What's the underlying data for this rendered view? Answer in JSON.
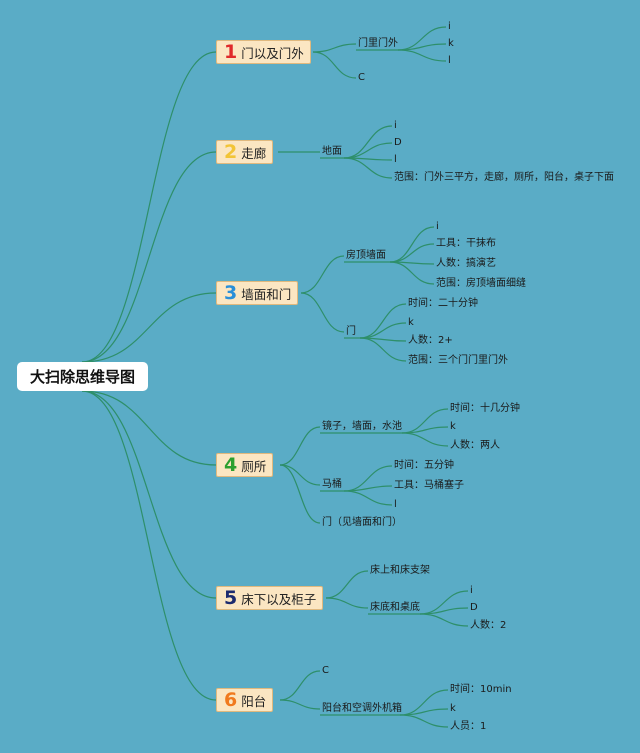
{
  "root": {
    "title": "大扫除思维导图"
  },
  "line_color": "#2e8f6a",
  "branches": [
    {
      "number": "1",
      "number_color": "#e02a2a",
      "label": "门以及门外",
      "children": [
        {
          "label": "门里门外",
          "children": [
            "i",
            "k",
            "l"
          ]
        },
        {
          "label": "C"
        }
      ]
    },
    {
      "number": "2",
      "number_color": "#f2c436",
      "label": "走廊",
      "children": [
        {
          "label": "地面",
          "children": [
            "i",
            "D",
            "l",
            "范围：门外三平方，走廊，厕所，阳台，桌子下面"
          ]
        }
      ]
    },
    {
      "number": "3",
      "number_color": "#2a8fd8",
      "label": "墙面和门",
      "children": [
        {
          "label": "房顶墙面",
          "children": [
            "i",
            "工具：干抹布",
            "人数：搞演艺",
            "范围：房顶墙面细缝"
          ]
        },
        {
          "label": "门",
          "children": [
            "时间：二十分钟",
            "k",
            "人数：2+",
            "范围：三个门门里门外"
          ]
        }
      ]
    },
    {
      "number": "4",
      "number_color": "#2ea02e",
      "label": "厕所",
      "children": [
        {
          "label": "镜子，墙面，水池",
          "children": [
            "时间：十几分钟",
            "k",
            "人数：两人"
          ]
        },
        {
          "label": "马桶",
          "children": [
            "时间：五分钟",
            "工具：马桶塞子",
            "l"
          ]
        },
        {
          "label": "门（见墙面和门）"
        }
      ]
    },
    {
      "number": "5",
      "number_color": "#1c2a6e",
      "label": "床下以及柜子",
      "children": [
        {
          "label": "床上和床支架"
        },
        {
          "label": "床底和桌底",
          "children": [
            "i",
            "D",
            "人数：2"
          ]
        }
      ]
    },
    {
      "number": "6",
      "number_color": "#f07a1e",
      "label": "阳台",
      "children": [
        {
          "label": "C"
        },
        {
          "label": "阳台和空调外机箱",
          "children": [
            "时间：10min",
            "k",
            "人员：1"
          ]
        }
      ]
    }
  ]
}
